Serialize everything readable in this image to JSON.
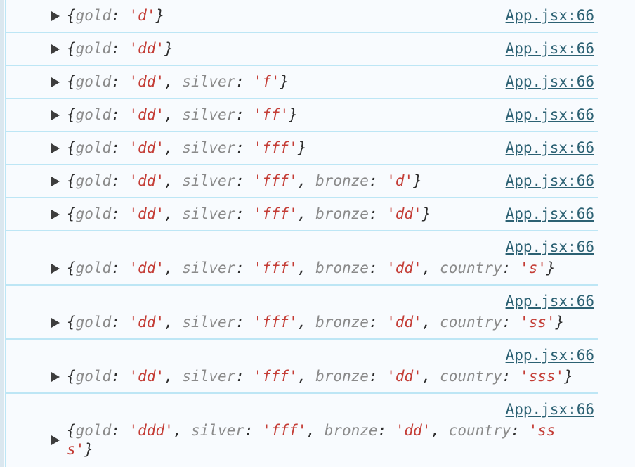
{
  "theme": {
    "colors": {
      "bg": "#f8fbfe",
      "separator": "#bde6f5",
      "edge-strip": "#dae7ef",
      "punct": "#2e2e2e",
      "name": "#8a8a8a",
      "string": "#c43d36",
      "link": "#2c6173",
      "triangle": "#3d3d3d"
    }
  },
  "console": {
    "messages": [
      {
        "layout": "inline",
        "source": "App.jsx:66",
        "preview_text": "{gold: 'd'}",
        "tokens": [
          [
            "p",
            "{"
          ],
          [
            "n",
            "gold"
          ],
          [
            "p",
            ": "
          ],
          [
            "s",
            "'d'"
          ],
          [
            "p",
            "}"
          ]
        ]
      },
      {
        "layout": "inline",
        "source": "App.jsx:66",
        "preview_text": "{gold: 'dd'}",
        "tokens": [
          [
            "p",
            "{"
          ],
          [
            "n",
            "gold"
          ],
          [
            "p",
            ": "
          ],
          [
            "s",
            "'dd'"
          ],
          [
            "p",
            "}"
          ]
        ]
      },
      {
        "layout": "inline",
        "source": "App.jsx:66",
        "preview_text": "{gold: 'dd', silver: 'f'}",
        "tokens": [
          [
            "p",
            "{"
          ],
          [
            "n",
            "gold"
          ],
          [
            "p",
            ": "
          ],
          [
            "s",
            "'dd'"
          ],
          [
            "p",
            ", "
          ],
          [
            "n",
            "silver"
          ],
          [
            "p",
            ": "
          ],
          [
            "s",
            "'f'"
          ],
          [
            "p",
            "}"
          ]
        ]
      },
      {
        "layout": "inline",
        "source": "App.jsx:66",
        "preview_text": "{gold: 'dd', silver: 'ff'}",
        "tokens": [
          [
            "p",
            "{"
          ],
          [
            "n",
            "gold"
          ],
          [
            "p",
            ": "
          ],
          [
            "s",
            "'dd'"
          ],
          [
            "p",
            ", "
          ],
          [
            "n",
            "silver"
          ],
          [
            "p",
            ": "
          ],
          [
            "s",
            "'ff'"
          ],
          [
            "p",
            "}"
          ]
        ]
      },
      {
        "layout": "inline",
        "source": "App.jsx:66",
        "preview_text": "{gold: 'dd', silver: 'fff'}",
        "tokens": [
          [
            "p",
            "{"
          ],
          [
            "n",
            "gold"
          ],
          [
            "p",
            ": "
          ],
          [
            "s",
            "'dd'"
          ],
          [
            "p",
            ", "
          ],
          [
            "n",
            "silver"
          ],
          [
            "p",
            ": "
          ],
          [
            "s",
            "'fff'"
          ],
          [
            "p",
            "}"
          ]
        ]
      },
      {
        "layout": "inline",
        "source": "App.jsx:66",
        "preview_text": "{gold: 'dd', silver: 'fff', bronze: 'd'}",
        "tokens": [
          [
            "p",
            "{"
          ],
          [
            "n",
            "gold"
          ],
          [
            "p",
            ": "
          ],
          [
            "s",
            "'dd'"
          ],
          [
            "p",
            ", "
          ],
          [
            "n",
            "silver"
          ],
          [
            "p",
            ": "
          ],
          [
            "s",
            "'fff'"
          ],
          [
            "p",
            ", "
          ],
          [
            "n",
            "bronze"
          ],
          [
            "p",
            ": "
          ],
          [
            "s",
            "'d'"
          ],
          [
            "p",
            "}"
          ]
        ]
      },
      {
        "layout": "inline",
        "source": "App.jsx:66",
        "preview_text": "{gold: 'dd', silver: 'fff', bronze: 'dd'}",
        "tokens": [
          [
            "p",
            "{"
          ],
          [
            "n",
            "gold"
          ],
          [
            "p",
            ": "
          ],
          [
            "s",
            "'dd'"
          ],
          [
            "p",
            ", "
          ],
          [
            "n",
            "silver"
          ],
          [
            "p",
            ": "
          ],
          [
            "s",
            "'fff'"
          ],
          [
            "p",
            ", "
          ],
          [
            "n",
            "bronze"
          ],
          [
            "p",
            ": "
          ],
          [
            "s",
            "'dd'"
          ],
          [
            "p",
            "}"
          ]
        ]
      },
      {
        "layout": "stacked",
        "source": "App.jsx:66",
        "preview_text": "{gold: 'dd', silver: 'fff', bronze: 'dd', country: 's'}",
        "tokens": [
          [
            "p",
            "{"
          ],
          [
            "n",
            "gold"
          ],
          [
            "p",
            ": "
          ],
          [
            "s",
            "'dd'"
          ],
          [
            "p",
            ", "
          ],
          [
            "n",
            "silver"
          ],
          [
            "p",
            ": "
          ],
          [
            "s",
            "'fff'"
          ],
          [
            "p",
            ", "
          ],
          [
            "n",
            "bronze"
          ],
          [
            "p",
            ": "
          ],
          [
            "s",
            "'dd'"
          ],
          [
            "p",
            ", "
          ],
          [
            "n",
            "country"
          ],
          [
            "p",
            ": "
          ],
          [
            "s",
            "'s'"
          ],
          [
            "p",
            "}"
          ]
        ]
      },
      {
        "layout": "stacked",
        "source": "App.jsx:66",
        "preview_text": "{gold: 'dd', silver: 'fff', bronze: 'dd', country: 'ss'}",
        "tokens": [
          [
            "p",
            "{"
          ],
          [
            "n",
            "gold"
          ],
          [
            "p",
            ": "
          ],
          [
            "s",
            "'dd'"
          ],
          [
            "p",
            ", "
          ],
          [
            "n",
            "silver"
          ],
          [
            "p",
            ": "
          ],
          [
            "s",
            "'fff'"
          ],
          [
            "p",
            ", "
          ],
          [
            "n",
            "bronze"
          ],
          [
            "p",
            ": "
          ],
          [
            "s",
            "'dd'"
          ],
          [
            "p",
            ", "
          ],
          [
            "n",
            "country"
          ],
          [
            "p",
            ": "
          ],
          [
            "s",
            "'ss'"
          ],
          [
            "p",
            "}"
          ]
        ]
      },
      {
        "layout": "stacked",
        "source": "App.jsx:66",
        "preview_text": "{gold: 'dd', silver: 'fff', bronze: 'dd', country: 'sss'}",
        "tokens": [
          [
            "p",
            "{"
          ],
          [
            "n",
            "gold"
          ],
          [
            "p",
            ": "
          ],
          [
            "s",
            "'dd'"
          ],
          [
            "p",
            ", "
          ],
          [
            "n",
            "silver"
          ],
          [
            "p",
            ": "
          ],
          [
            "s",
            "'fff'"
          ],
          [
            "p",
            ", "
          ],
          [
            "n",
            "bronze"
          ],
          [
            "p",
            ": "
          ],
          [
            "s",
            "'dd'"
          ],
          [
            "p",
            ", "
          ],
          [
            "n",
            "country"
          ],
          [
            "p",
            ": "
          ],
          [
            "s",
            "'sss'"
          ],
          [
            "p",
            "}"
          ]
        ]
      },
      {
        "layout": "stacked",
        "source": "App.jsx:66",
        "preview_text": "{gold: 'ddd', silver: 'fff', bronze: 'dd', country: 'sss'}",
        "tokens": [
          [
            "p",
            "{"
          ],
          [
            "n",
            "gold"
          ],
          [
            "p",
            ": "
          ],
          [
            "s",
            "'ddd'"
          ],
          [
            "p",
            ", "
          ],
          [
            "n",
            "silver"
          ],
          [
            "p",
            ": "
          ],
          [
            "s",
            "'fff'"
          ],
          [
            "p",
            ", "
          ],
          [
            "n",
            "bronze"
          ],
          [
            "p",
            ": "
          ],
          [
            "s",
            "'dd'"
          ],
          [
            "p",
            ", "
          ],
          [
            "n",
            "country"
          ],
          [
            "p",
            ": "
          ],
          [
            "s",
            "'ss"
          ],
          [
            "b",
            ""
          ],
          [
            "s",
            "s'"
          ],
          [
            "p",
            "}"
          ]
        ]
      }
    ]
  }
}
